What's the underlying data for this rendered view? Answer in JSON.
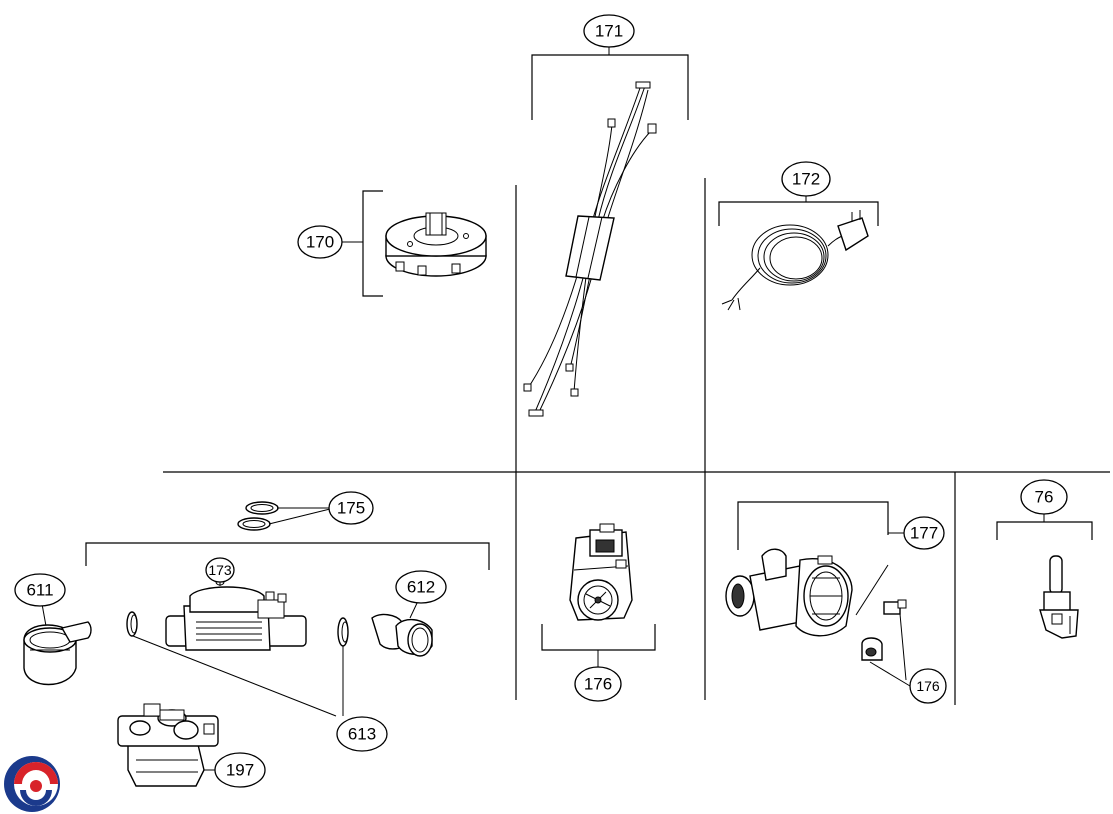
{
  "callouts": {
    "c170": "170",
    "c171": "171",
    "c172": "172",
    "c173": "173",
    "c175": "175",
    "c176a": "176",
    "c176b": "176",
    "c177": "177",
    "c76": "76",
    "c197": "197",
    "c611": "611",
    "c612": "612",
    "c613": "613"
  },
  "logo": {
    "colors": [
      "#1b3a8c",
      "#d8232a"
    ]
  }
}
